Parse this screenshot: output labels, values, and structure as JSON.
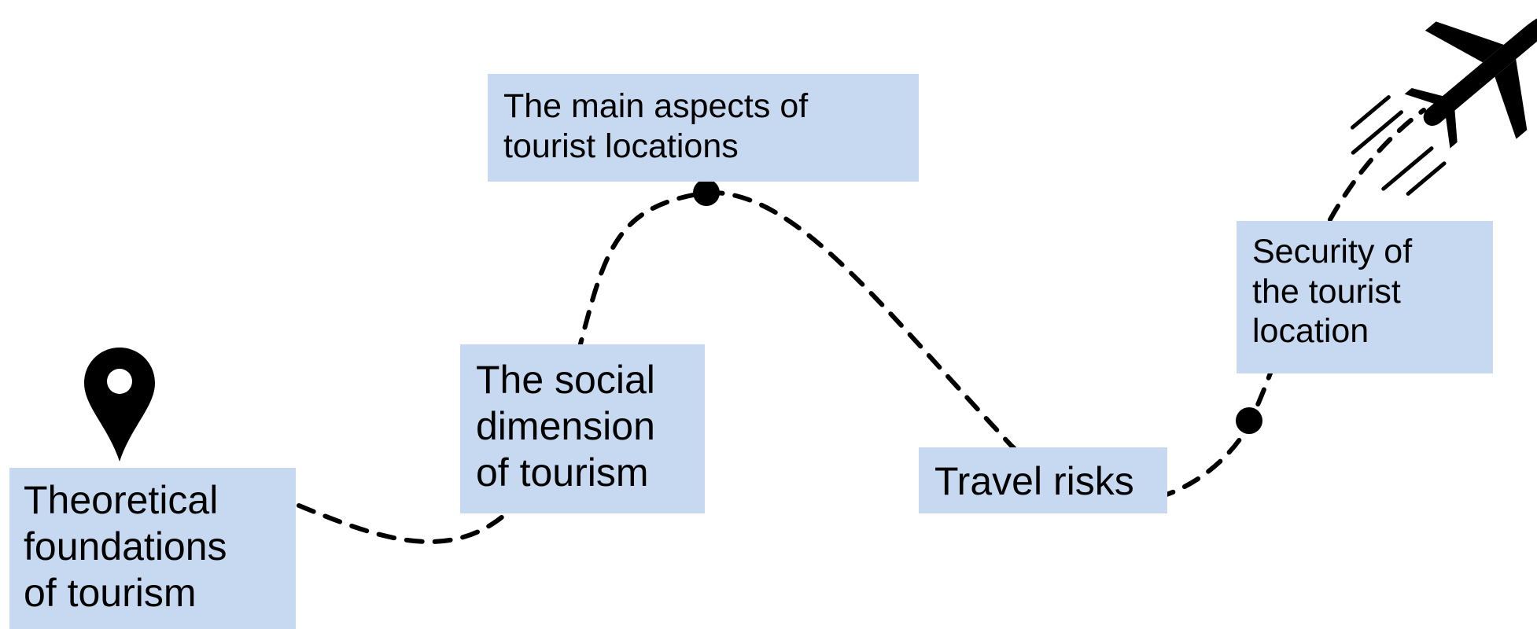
{
  "colors": {
    "box_fill": "#c6d9f1",
    "route_stroke": "#000000",
    "icon_fill": "#000000"
  },
  "icons": {
    "start": "map-pin-icon",
    "end": "airplane-icon"
  },
  "steps": [
    {
      "label": "Theoretical\nfoundations\nof tourism"
    },
    {
      "label": "The social\ndimension\nof tourism"
    },
    {
      "label": "The main aspects of\ntourist locations"
    },
    {
      "label": "Travel risks"
    },
    {
      "label": "Security of\nthe tourist\nlocation"
    }
  ]
}
